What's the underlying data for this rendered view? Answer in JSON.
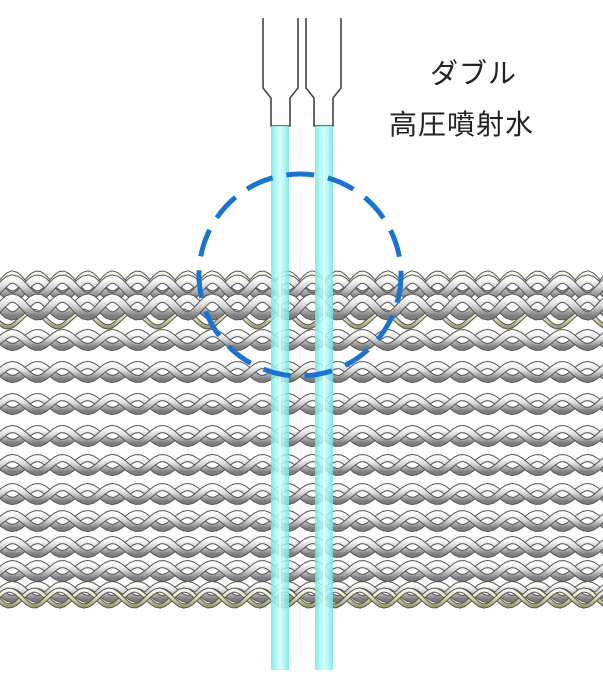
{
  "label": {
    "line1": "ダブル",
    "line2": "高圧噴射水"
  },
  "colors": {
    "background": "#ffffff",
    "nozzle_stroke": "#444444",
    "water_jet": "#8ff5f2",
    "water_jet_edge": "#4fdad6",
    "focus_circle": "#1a73d1",
    "fiber_gray": "#9a9a9a",
    "fiber_light": "#eeeeee",
    "fiber_cream": "#d8d4a8",
    "fiber_outline": "#555555"
  },
  "diagram": {
    "nozzle_count": 2,
    "jet_count": 2,
    "fabric_layers": 13,
    "focus_circle_style": "dashed"
  }
}
